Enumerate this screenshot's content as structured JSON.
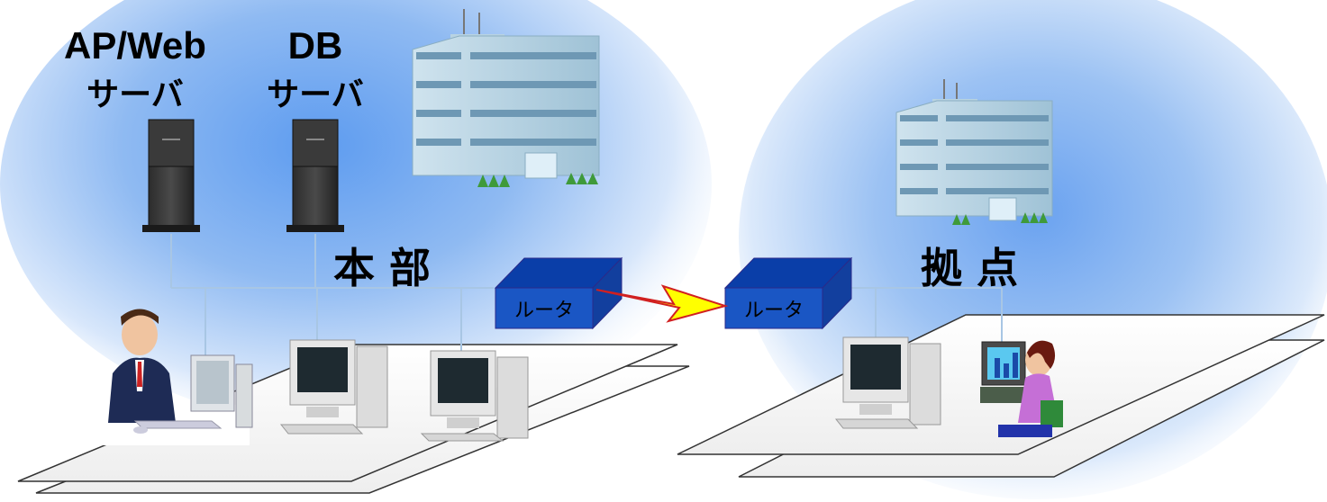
{
  "servers": [
    {
      "name": "AP/Web",
      "kind": "サーバ"
    },
    {
      "name": "DB",
      "kind": "サーバ"
    }
  ],
  "sites": {
    "hq": "本 部",
    "branch": "拠 点"
  },
  "routers": {
    "hq_label": "ルータ",
    "branch_label": "ルータ"
  },
  "colors": {
    "halo": "#7fb2f0",
    "router_front": "#1a56c4",
    "router_top": "#0a3ea8",
    "link_bolt": "#ffff00",
    "link_bolt_stroke": "#d12020"
  }
}
